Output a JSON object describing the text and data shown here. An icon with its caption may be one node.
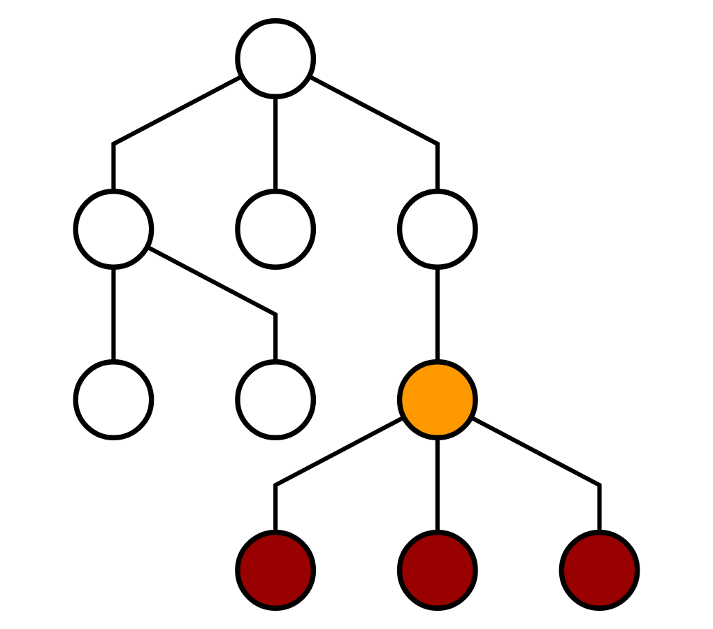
{
  "diagram": {
    "nodes": [
      {
        "text": [],
        "shape": "circle"
      },
      {
        "text": [],
        "shape": "circle"
      },
      {
        "text": [],
        "shape": "circle"
      },
      {
        "text": [],
        "shape": "circle"
      },
      {
        "text": [],
        "shape": "circle"
      },
      {
        "text": [],
        "shape": "circle"
      },
      {
        "text": [],
        "shape": "circle"
      },
      {
        "text": [],
        "shape": "circle"
      },
      {
        "text": [],
        "shape": "circle"
      },
      {
        "text": [],
        "shape": "circle"
      }
    ],
    "edges": [
      {
        "from": 0,
        "to": 1,
        "arrow": "none"
      },
      {
        "from": 0,
        "to": 2,
        "arrow": "none"
      },
      {
        "from": 0,
        "to": 3,
        "arrow": "none"
      },
      {
        "from": 1,
        "to": 4,
        "arrow": "none"
      },
      {
        "from": 1,
        "to": 5,
        "arrow": "none"
      },
      {
        "from": 3,
        "to": 6,
        "arrow": "none"
      },
      {
        "from": 6,
        "to": 7,
        "arrow": "none"
      },
      {
        "from": 6,
        "to": 8,
        "arrow": "none"
      },
      {
        "from": 6,
        "to": 9,
        "arrow": "none"
      }
    ]
  }
}
